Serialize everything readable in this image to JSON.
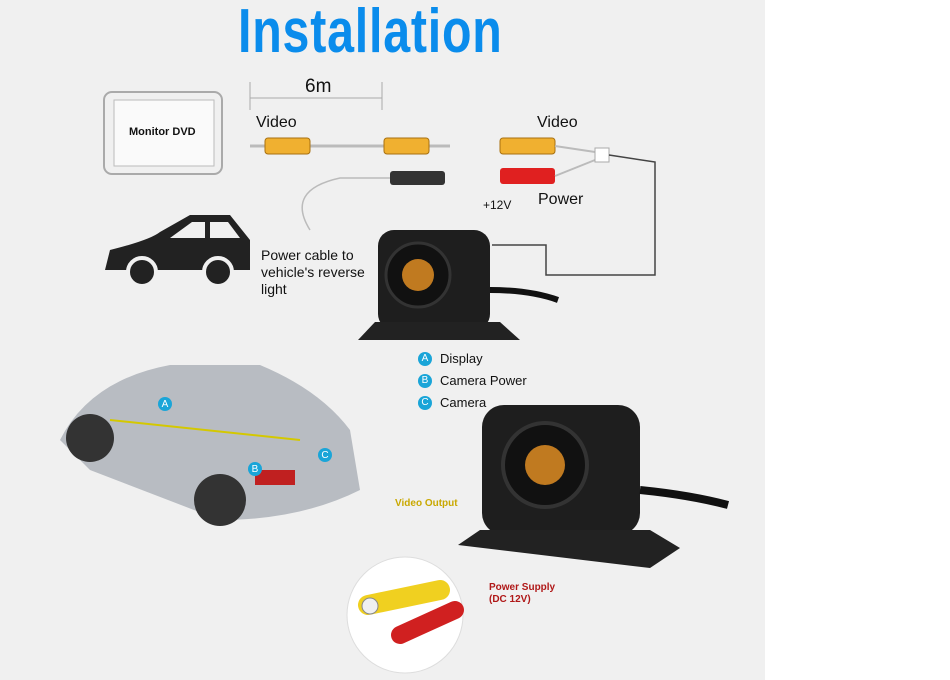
{
  "title": "Installation",
  "cable_length": "6m",
  "monitor_label": "Monitor DVD",
  "video_label_left": "Video",
  "video_label_right": "Video",
  "power_label": "Power",
  "voltage_label": "+12V",
  "power_cable_note": "Power cable to vehicle's reverse light",
  "legend": [
    {
      "key": "A",
      "label": "Display"
    },
    {
      "key": "B",
      "label": "Camera Power"
    },
    {
      "key": "C",
      "label": "Camera"
    }
  ],
  "video_output_label": "Video Output",
  "power_supply_label": "Power Supply",
  "power_supply_sub": "(DC 12V)",
  "colors": {
    "title": "#0a8cec",
    "badge": "#1aa5d8",
    "video_output": "#c9a800",
    "power_supply": "#b01818"
  }
}
